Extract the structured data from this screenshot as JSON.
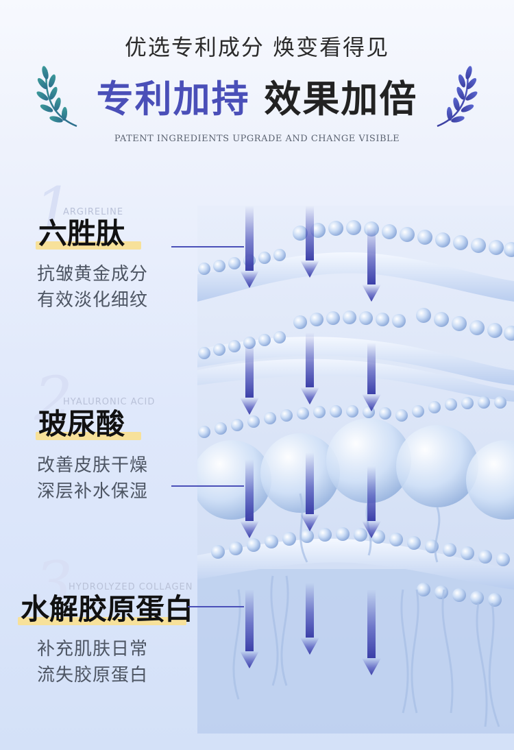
{
  "header": {
    "tagline": "优选专利成分 焕变看得见",
    "title_part1": "专利加持",
    "title_part2": "效果加倍",
    "subtitle": "PATENT INGREDIENTS UPGRADE AND CHANGE VISIBLE",
    "wreath_icon": "laurel-wreath-icon"
  },
  "ingredients": [
    {
      "number": "1",
      "english": "ARGIRELINE",
      "name": "六胜肽",
      "desc_line1": "抗皱黄金成分",
      "desc_line2": "有效淡化细纹"
    },
    {
      "number": "2",
      "english": "HYALURONIC ACID",
      "name": "玻尿酸",
      "desc_line1": "改善皮肤干燥",
      "desc_line2": "深层补水保湿"
    },
    {
      "number": "3",
      "english": "HYDROLYZED COLLAGEN",
      "name": "水解胶原蛋白",
      "desc_line1": "补充肌肤日常",
      "desc_line2": "流失胶原蛋白"
    }
  ],
  "colors": {
    "accent": "#4a4fb8",
    "highlight": "#f7e19a",
    "skin_layer": "#b8cdf0"
  }
}
